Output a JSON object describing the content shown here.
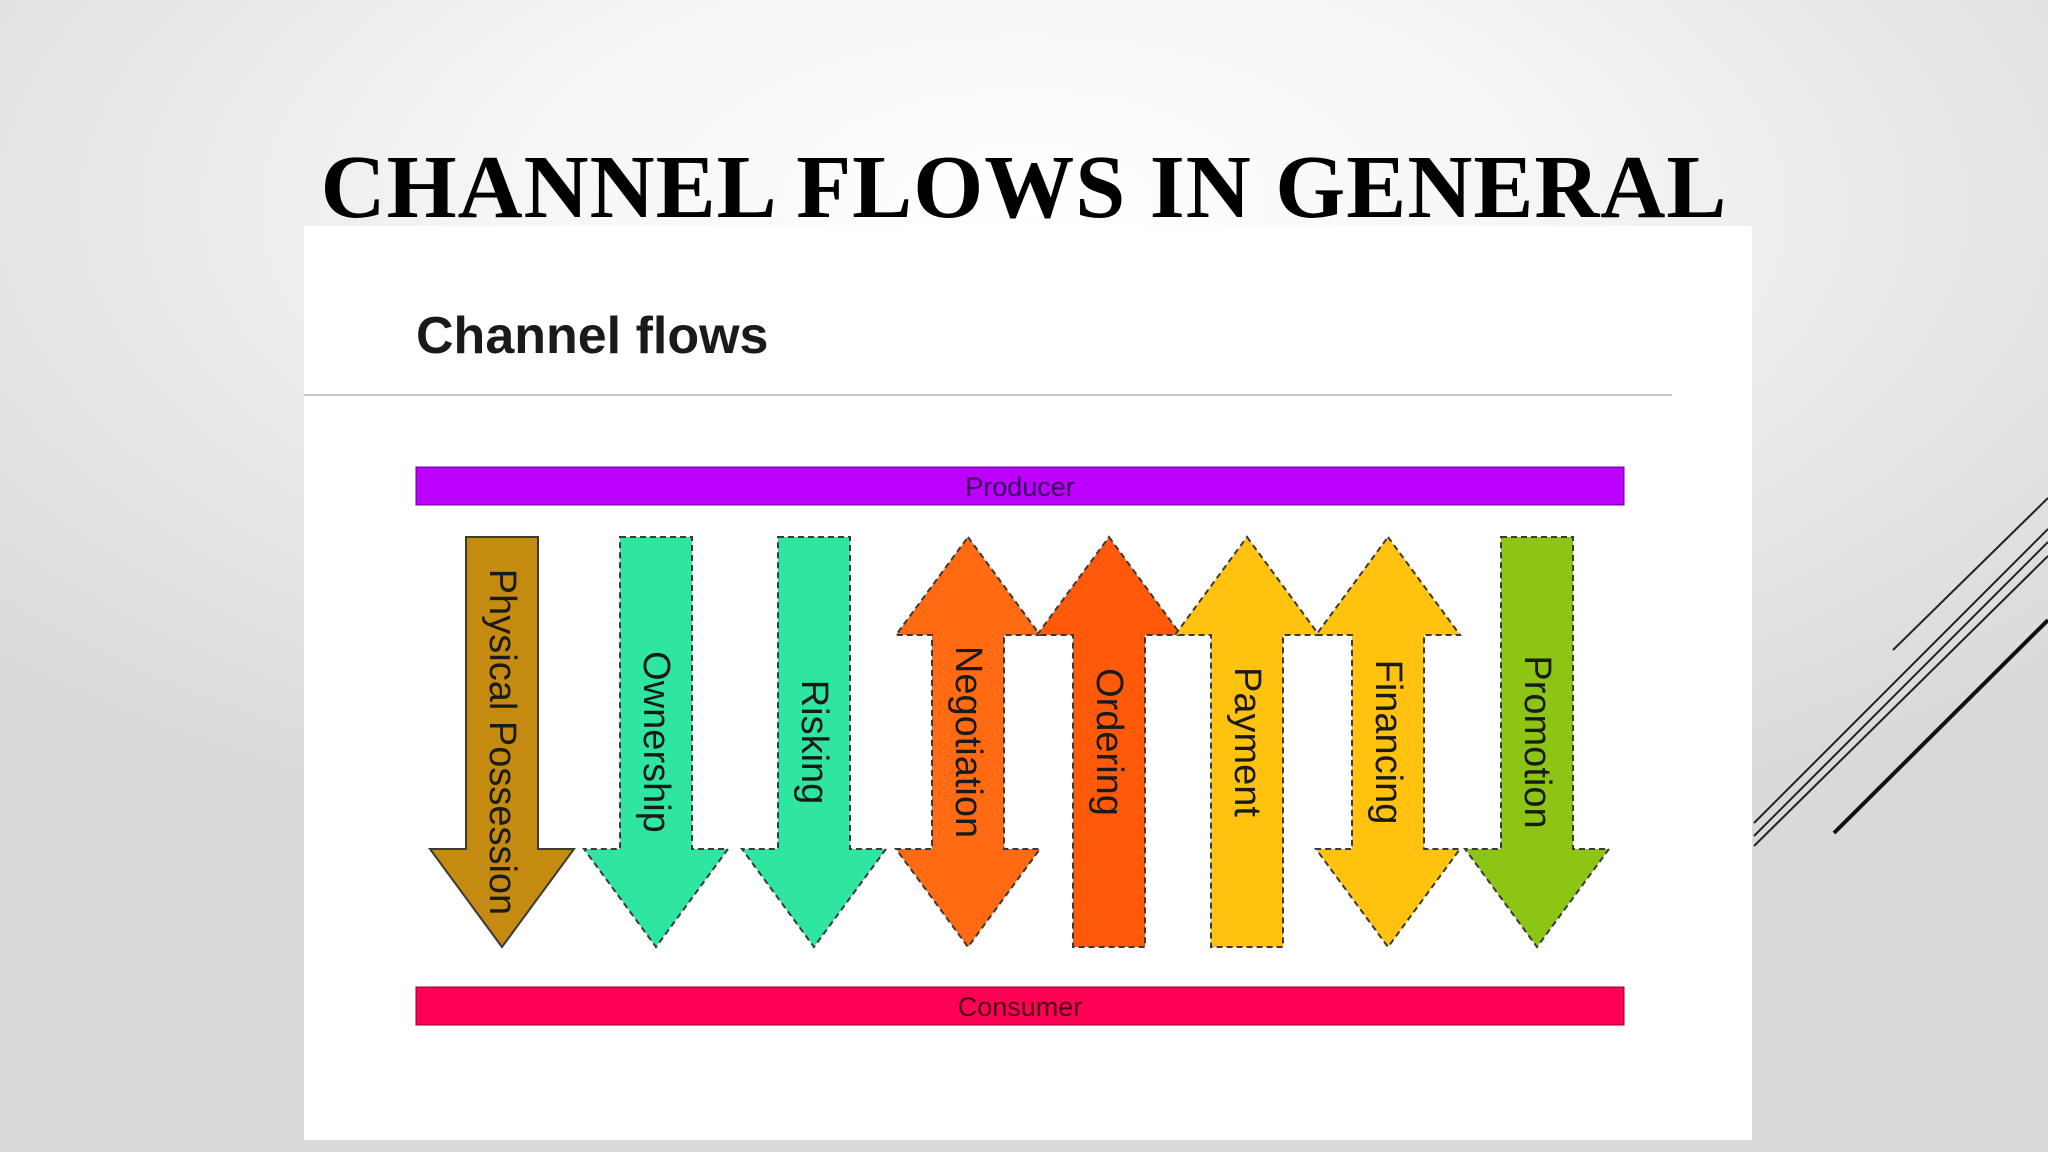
{
  "slide": {
    "title": "CHANNEL FLOWS IN GENERAL"
  },
  "panel": {
    "heading": "Channel flows"
  },
  "diagram": {
    "top_bar": {
      "label": "Producer",
      "color": "#bb00ff"
    },
    "bottom_bar": {
      "label": "Consumer",
      "color": "#ff0055"
    },
    "flows": [
      {
        "label": "Physical Possession",
        "direction": "down",
        "color": "#c58a10",
        "border": "solid"
      },
      {
        "label": "Ownership",
        "direction": "down",
        "color": "#2ee6a0",
        "border": "dashed"
      },
      {
        "label": "Risking",
        "direction": "down",
        "color": "#2ee6a0",
        "border": "dashed"
      },
      {
        "label": "Negotiation",
        "direction": "both",
        "color": "#ff6a12",
        "border": "dashed"
      },
      {
        "label": "Ordering",
        "direction": "up",
        "color": "#ff5a0a",
        "border": "dashed"
      },
      {
        "label": "Payment",
        "direction": "up",
        "color": "#ffc20e",
        "border": "dashed"
      },
      {
        "label": "Financing",
        "direction": "both",
        "color": "#ffc20e",
        "border": "dashed"
      },
      {
        "label": "Promotion",
        "direction": "down",
        "color": "#8cc514",
        "border": "dashed"
      }
    ]
  }
}
